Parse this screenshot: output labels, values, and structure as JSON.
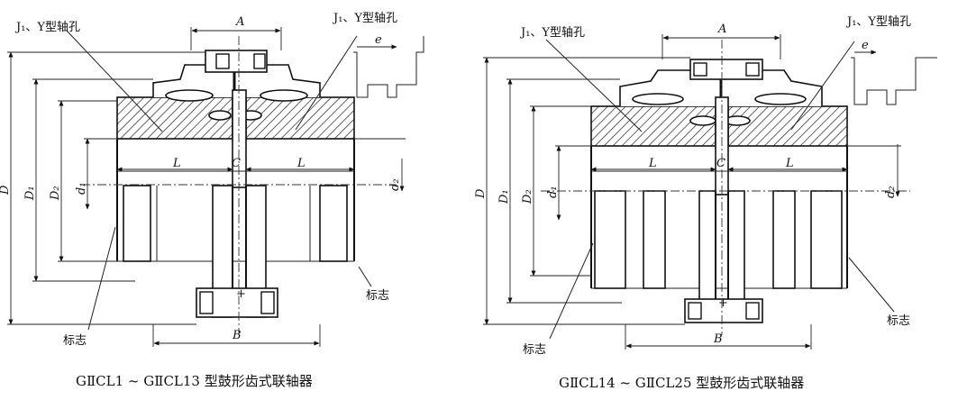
{
  "left": {
    "label_shaft_left": "J₁、Y型轴孔",
    "label_shaft_right": "J₁、Y型轴孔",
    "dim_A": "A",
    "dim_e": "e",
    "dim_C": "C",
    "dim_L_left": "L",
    "dim_L_right": "L",
    "dim_B": "B",
    "dim_D": "D",
    "dim_D1": "D₁",
    "dim_D2": "D₂",
    "dim_d1": "d₁",
    "dim_d2": "d₂",
    "mark_right": "标志",
    "mark_left": "标志",
    "caption": "GⅡCL1 ~ GⅡCL13 型鼓形齿式联轴器"
  },
  "right": {
    "label_shaft_left": "J₁、Y型轴孔",
    "label_shaft_right": "J₁、Y型轴孔",
    "dim_A": "A",
    "dim_e": "e",
    "dim_C": "C",
    "dim_L_left": "L",
    "dim_L_right": "L",
    "dim_B": "B",
    "dim_D": "D",
    "dim_D1": "D₁",
    "dim_D2": "D₂",
    "dim_d1": "d₁",
    "dim_d2": "d₂",
    "mark_right": "标志",
    "mark_left": "标志",
    "caption": "GⅡCL14 ~ GⅡCL25 型鼓形齿式联轴器"
  }
}
